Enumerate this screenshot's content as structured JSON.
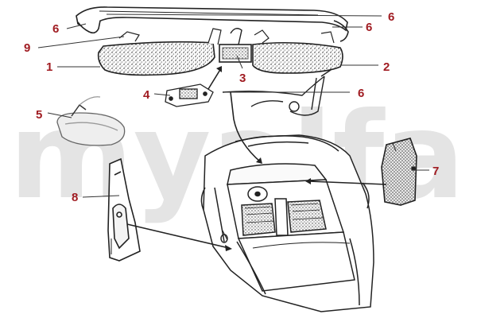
{
  "watermark": {
    "text": "myalfa",
    "color": "#e4e4e4"
  },
  "colors": {
    "label": "#a01c22",
    "ink": "#222222",
    "leader": "#333333",
    "paper": "#ffffff"
  },
  "callouts": [
    {
      "id": "c6a",
      "label": "6"
    },
    {
      "id": "c6b",
      "label": "6"
    },
    {
      "id": "c9",
      "label": "9"
    },
    {
      "id": "c6c",
      "label": "6"
    },
    {
      "id": "c1",
      "label": "1"
    },
    {
      "id": "c2",
      "label": "2"
    },
    {
      "id": "c3",
      "label": "3"
    },
    {
      "id": "c4",
      "label": "4"
    },
    {
      "id": "c6d",
      "label": "6"
    },
    {
      "id": "c5",
      "label": "5"
    },
    {
      "id": "c7",
      "label": "7"
    },
    {
      "id": "c8",
      "label": "8"
    }
  ],
  "parts": [
    {
      "id": "header-trim",
      "icon": "header-rail-trim"
    },
    {
      "id": "sun-visor-left",
      "icon": "sun-visor-icon"
    },
    {
      "id": "sun-visor-right",
      "icon": "sun-visor-icon"
    },
    {
      "id": "vanity-mirror",
      "icon": "mirror-icon"
    },
    {
      "id": "mirror-bracket",
      "icon": "bracket-icon"
    },
    {
      "id": "rear-view-mirror",
      "icon": "rear-view-mirror-icon"
    },
    {
      "id": "a-pillar-trim",
      "icon": "pillar-trim-icon"
    },
    {
      "id": "side-panel",
      "icon": "side-panel-icon"
    },
    {
      "id": "car-overview",
      "icon": "spider-car-icon"
    }
  ]
}
